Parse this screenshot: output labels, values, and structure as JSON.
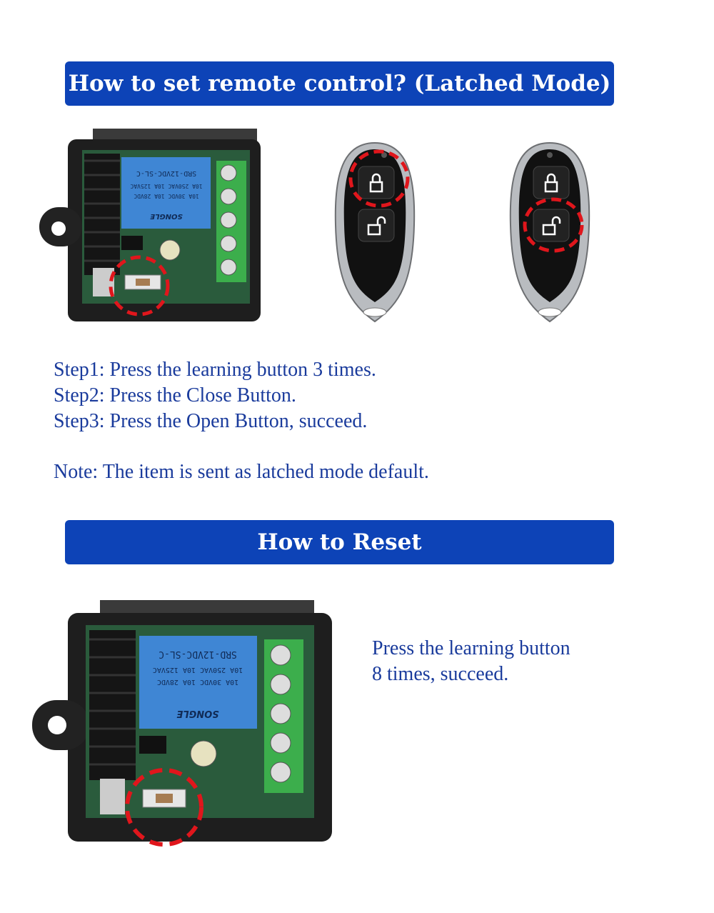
{
  "section1": {
    "title": "How to set remote control? (Latched Mode)",
    "steps": [
      "Step1: Press the learning button 3 times.",
      "Step2: Press the Close Button.",
      "Step3: Press the Open Button, succeed."
    ],
    "note": "Note: The item is sent as latched mode default."
  },
  "section2": {
    "title": "How to Reset",
    "instruction_lines": [
      "Press the learning button",
      "8 times, succeed."
    ]
  },
  "module": {
    "relay_text_lines": [
      "SRD-12VDC-SL-C",
      "10A 250VAC  10A 125VAC",
      "10A 30VDC  10A 28VDC"
    ],
    "brand": "SONGLE"
  },
  "colors": {
    "banner": "#0d43b7",
    "body_text": "#1a3b9c",
    "highlight": "#e0161c",
    "relay": "#3f86d4",
    "terminal": "#3cae4c"
  },
  "icons": [
    "lock-icon",
    "unlock-icon"
  ]
}
